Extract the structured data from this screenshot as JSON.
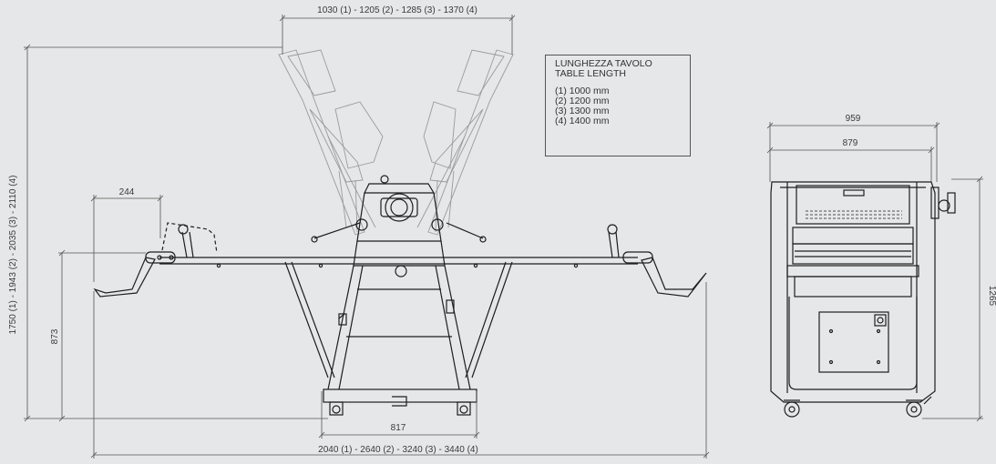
{
  "dimensions": {
    "top_span": "1030 (1) - 1205 (2) - 1285 (3) - 1370 (4)",
    "height_total": "1750 (1) - 1943 (2) - 2035 (3) - 2110 (4)",
    "table_height": "873",
    "arm_width": "244",
    "base_width": "817",
    "total_length": "2040 (1) - 2640 (2) - 3240 (3) - 3440 (4)",
    "side_outer_width": "959",
    "side_inner_width": "879",
    "side_height": "1265"
  },
  "legend": {
    "title_it": "LUNGHEZZA TAVOLO",
    "title_en": "TABLE LENGTH",
    "items": [
      "(1) 1000 mm",
      "(2) 1200 mm",
      "(3) 1300 mm",
      "(4) 1400 mm"
    ]
  },
  "colors": {
    "background": "#e6e7e8",
    "line": "#1e1e1e",
    "dim_line": "#555555",
    "ghost": "#9a9a9a"
  }
}
